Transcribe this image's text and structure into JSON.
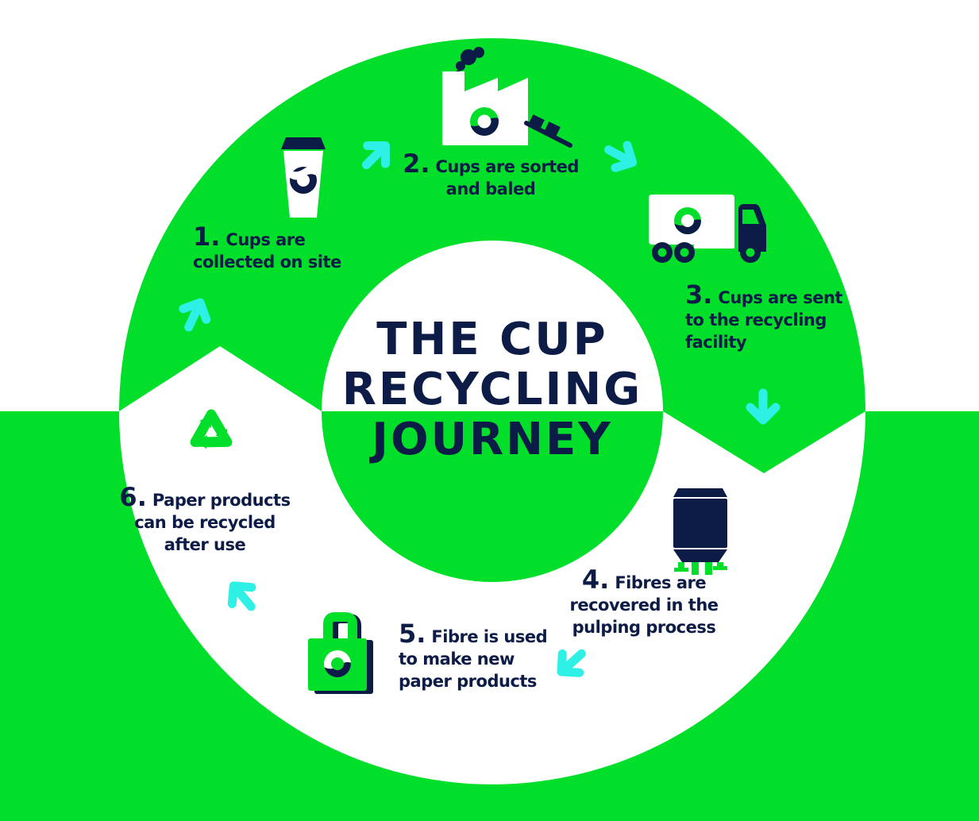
{
  "palette": {
    "green": "#02DF2B",
    "navy": "#0D1B47",
    "cyan": "#2EF0E4",
    "white": "#FFFFFF"
  },
  "title": {
    "line1": "THE CUP",
    "line2": "RECYCLING",
    "line3": "JOURNEY"
  },
  "steps": [
    {
      "num": "1.",
      "line1": "Cups are",
      "line2": "collected on site"
    },
    {
      "num": "2.",
      "line1": "Cups are sorted",
      "line2": "and baled"
    },
    {
      "num": "3.",
      "line1": "Cups are sent",
      "line2": "to the recycling",
      "line3": "facility"
    },
    {
      "num": "4.",
      "line1": "Fibres are",
      "line2": "recovered in the",
      "line3": "pulping process"
    },
    {
      "num": "5.",
      "line1": "Fibre is used",
      "line2": "to make new",
      "line3": "paper products"
    },
    {
      "num": "6.",
      "line1": "Paper products",
      "line2": "can be recycled",
      "line3": "after use"
    }
  ],
  "icons": {
    "step1": "coffee-cup-icon",
    "step2": "factory-icon",
    "step3": "delivery-truck-icon",
    "step4": "pulping-tank-icon",
    "step5": "paper-bag-icon",
    "step6": "recycling-symbol-icon"
  }
}
